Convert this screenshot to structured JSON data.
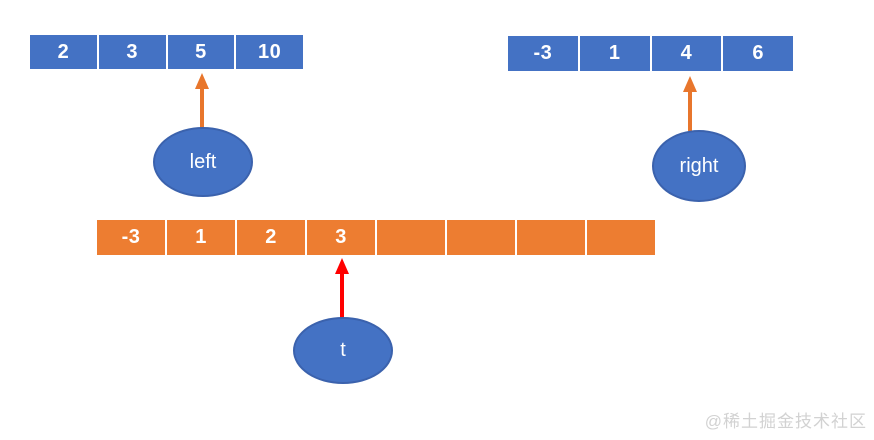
{
  "colors": {
    "array_blue": "#4472C4",
    "array_orange": "#ED7D31",
    "ellipse_blue": "#4472C4",
    "ellipse_border": "#3B62AD",
    "arrow_orange": "#E8762C",
    "arrow_red": "#FF0000",
    "cell_text": "#FFFFFF",
    "watermark_gray": "#D2D2D2"
  },
  "left_array": {
    "values": [
      "2",
      "3",
      "5",
      "10"
    ],
    "pointer_label": "left",
    "points_to_index": 2
  },
  "right_array": {
    "values": [
      "-3",
      "1",
      "4",
      "6"
    ],
    "pointer_label": "right",
    "points_to_index": 2
  },
  "merged_array": {
    "values": [
      "-3",
      "1",
      "2",
      "3",
      "",
      "",
      "",
      ""
    ],
    "pointer_label": "t",
    "points_to_index": 3
  },
  "watermark": "@稀土掘金技术社区"
}
